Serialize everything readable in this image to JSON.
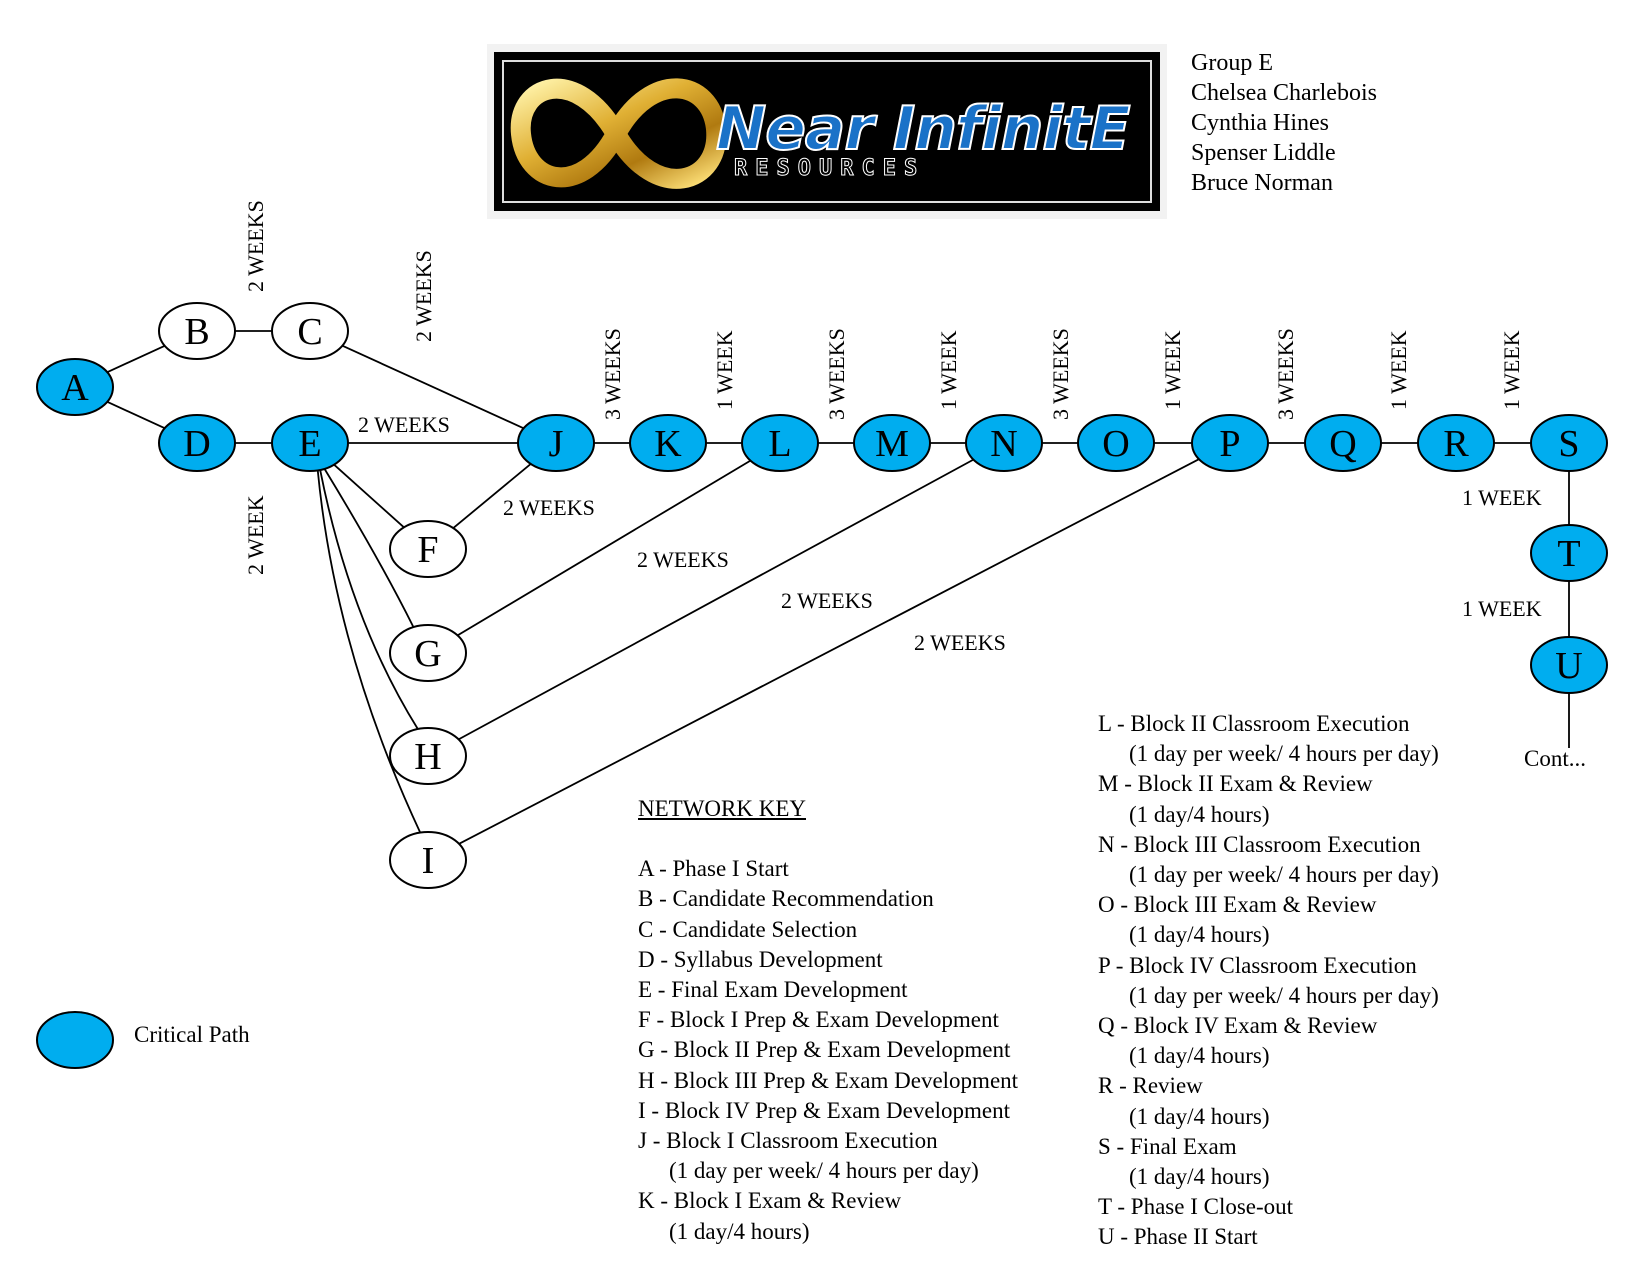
{
  "logo": {
    "title": "Near InfinitE",
    "subtitle": "RESOURCES",
    "colors": {
      "gold": "#d9a62a",
      "blue": "#1a72c8",
      "background": "#000000"
    }
  },
  "group": {
    "name": "Group E",
    "members": [
      "Chelsea Charlebois",
      "Cynthia Hines",
      "Spenser Liddle",
      "Bruce Norman"
    ]
  },
  "colors": {
    "critical": "#00adef",
    "normal": "#ffffff",
    "stroke": "#000000"
  },
  "nodes": [
    {
      "id": "A",
      "critical": true
    },
    {
      "id": "B",
      "critical": false
    },
    {
      "id": "C",
      "critical": false
    },
    {
      "id": "D",
      "critical": true
    },
    {
      "id": "E",
      "critical": true
    },
    {
      "id": "F",
      "critical": false
    },
    {
      "id": "G",
      "critical": false
    },
    {
      "id": "H",
      "critical": false
    },
    {
      "id": "I",
      "critical": false
    },
    {
      "id": "J",
      "critical": true
    },
    {
      "id": "K",
      "critical": true
    },
    {
      "id": "L",
      "critical": true
    },
    {
      "id": "M",
      "critical": true
    },
    {
      "id": "N",
      "critical": true
    },
    {
      "id": "O",
      "critical": true
    },
    {
      "id": "P",
      "critical": true
    },
    {
      "id": "Q",
      "critical": true
    },
    {
      "id": "R",
      "critical": true
    },
    {
      "id": "S",
      "critical": true
    },
    {
      "id": "T",
      "critical": true
    },
    {
      "id": "U",
      "critical": true
    }
  ],
  "edges": [
    {
      "from": "A",
      "to": "B"
    },
    {
      "from": "B",
      "to": "C",
      "label": "2 WEEKS"
    },
    {
      "from": "C",
      "to": "J",
      "label": "2 WEEKS"
    },
    {
      "from": "A",
      "to": "D"
    },
    {
      "from": "D",
      "to": "E",
      "label": "2 WEEK"
    },
    {
      "from": "E",
      "to": "J",
      "label": "2 WEEKS"
    },
    {
      "from": "E",
      "to": "F"
    },
    {
      "from": "F",
      "to": "J",
      "label": "2 WEEKS"
    },
    {
      "from": "E",
      "to": "G"
    },
    {
      "from": "G",
      "to": "L",
      "label": "2 WEEKS"
    },
    {
      "from": "E",
      "to": "H"
    },
    {
      "from": "H",
      "to": "N",
      "label": "2 WEEKS"
    },
    {
      "from": "E",
      "to": "I"
    },
    {
      "from": "I",
      "to": "P",
      "label": "2 WEEKS"
    },
    {
      "from": "J",
      "to": "K",
      "label": "3 WEEKS"
    },
    {
      "from": "K",
      "to": "L",
      "label": "1 WEEK"
    },
    {
      "from": "L",
      "to": "M",
      "label": "3 WEEKS"
    },
    {
      "from": "M",
      "to": "N",
      "label": "1 WEEK"
    },
    {
      "from": "N",
      "to": "O",
      "label": "3 WEEKS"
    },
    {
      "from": "O",
      "to": "P",
      "label": "1 WEEK"
    },
    {
      "from": "P",
      "to": "Q",
      "label": "3 WEEKS"
    },
    {
      "from": "Q",
      "to": "R",
      "label": "1 WEEK"
    },
    {
      "from": "R",
      "to": "S",
      "label": "1 WEEK"
    },
    {
      "from": "S",
      "to": "T",
      "label": "1 WEEK"
    },
    {
      "from": "T",
      "to": "U",
      "label": "1 WEEK"
    },
    {
      "from": "U",
      "to": "Cont"
    }
  ],
  "continuation": "Cont...",
  "network_key": {
    "title": "NETWORK KEY",
    "column1": [
      {
        "text": "A - Phase I Start"
      },
      {
        "text": "B - Candidate Recommendation"
      },
      {
        "text": "C - Candidate Selection"
      },
      {
        "text": "D - Syllabus Development"
      },
      {
        "text": "E - Final Exam Development"
      },
      {
        "text": "F - Block I Prep & Exam Development"
      },
      {
        "text": "G - Block II Prep & Exam Development"
      },
      {
        "text": "H - Block III Prep & Exam Development"
      },
      {
        "text": "I - Block IV Prep & Exam Development"
      },
      {
        "text": "J - Block I Classroom Execution",
        "detail": "(1 day per week/ 4 hours per day)"
      },
      {
        "text": "K - Block I Exam & Review",
        "detail": "(1 day/4 hours)"
      }
    ],
    "column2": [
      {
        "text": "L - Block II Classroom Execution",
        "detail": "(1 day per week/ 4 hours per day)"
      },
      {
        "text": "M - Block II Exam & Review",
        "detail": "(1 day/4 hours)"
      },
      {
        "text": "N - Block III Classroom Execution",
        "detail": "(1 day per week/ 4 hours per day)"
      },
      {
        "text": "O - Block III Exam & Review",
        "detail": "(1 day/4 hours)"
      },
      {
        "text": "P - Block IV Classroom Execution",
        "detail": "(1 day per week/ 4 hours per day)"
      },
      {
        "text": "Q - Block IV Exam & Review",
        "detail": "(1 day/4 hours)"
      },
      {
        "text": "R - Review",
        "detail": "(1 day/4 hours)"
      },
      {
        "text": "S - Final Exam",
        "detail": "(1 day/4 hours)"
      },
      {
        "text": "T - Phase I Close-out"
      },
      {
        "text": "U - Phase II Start"
      }
    ]
  },
  "legend": {
    "label": "Critical Path"
  }
}
